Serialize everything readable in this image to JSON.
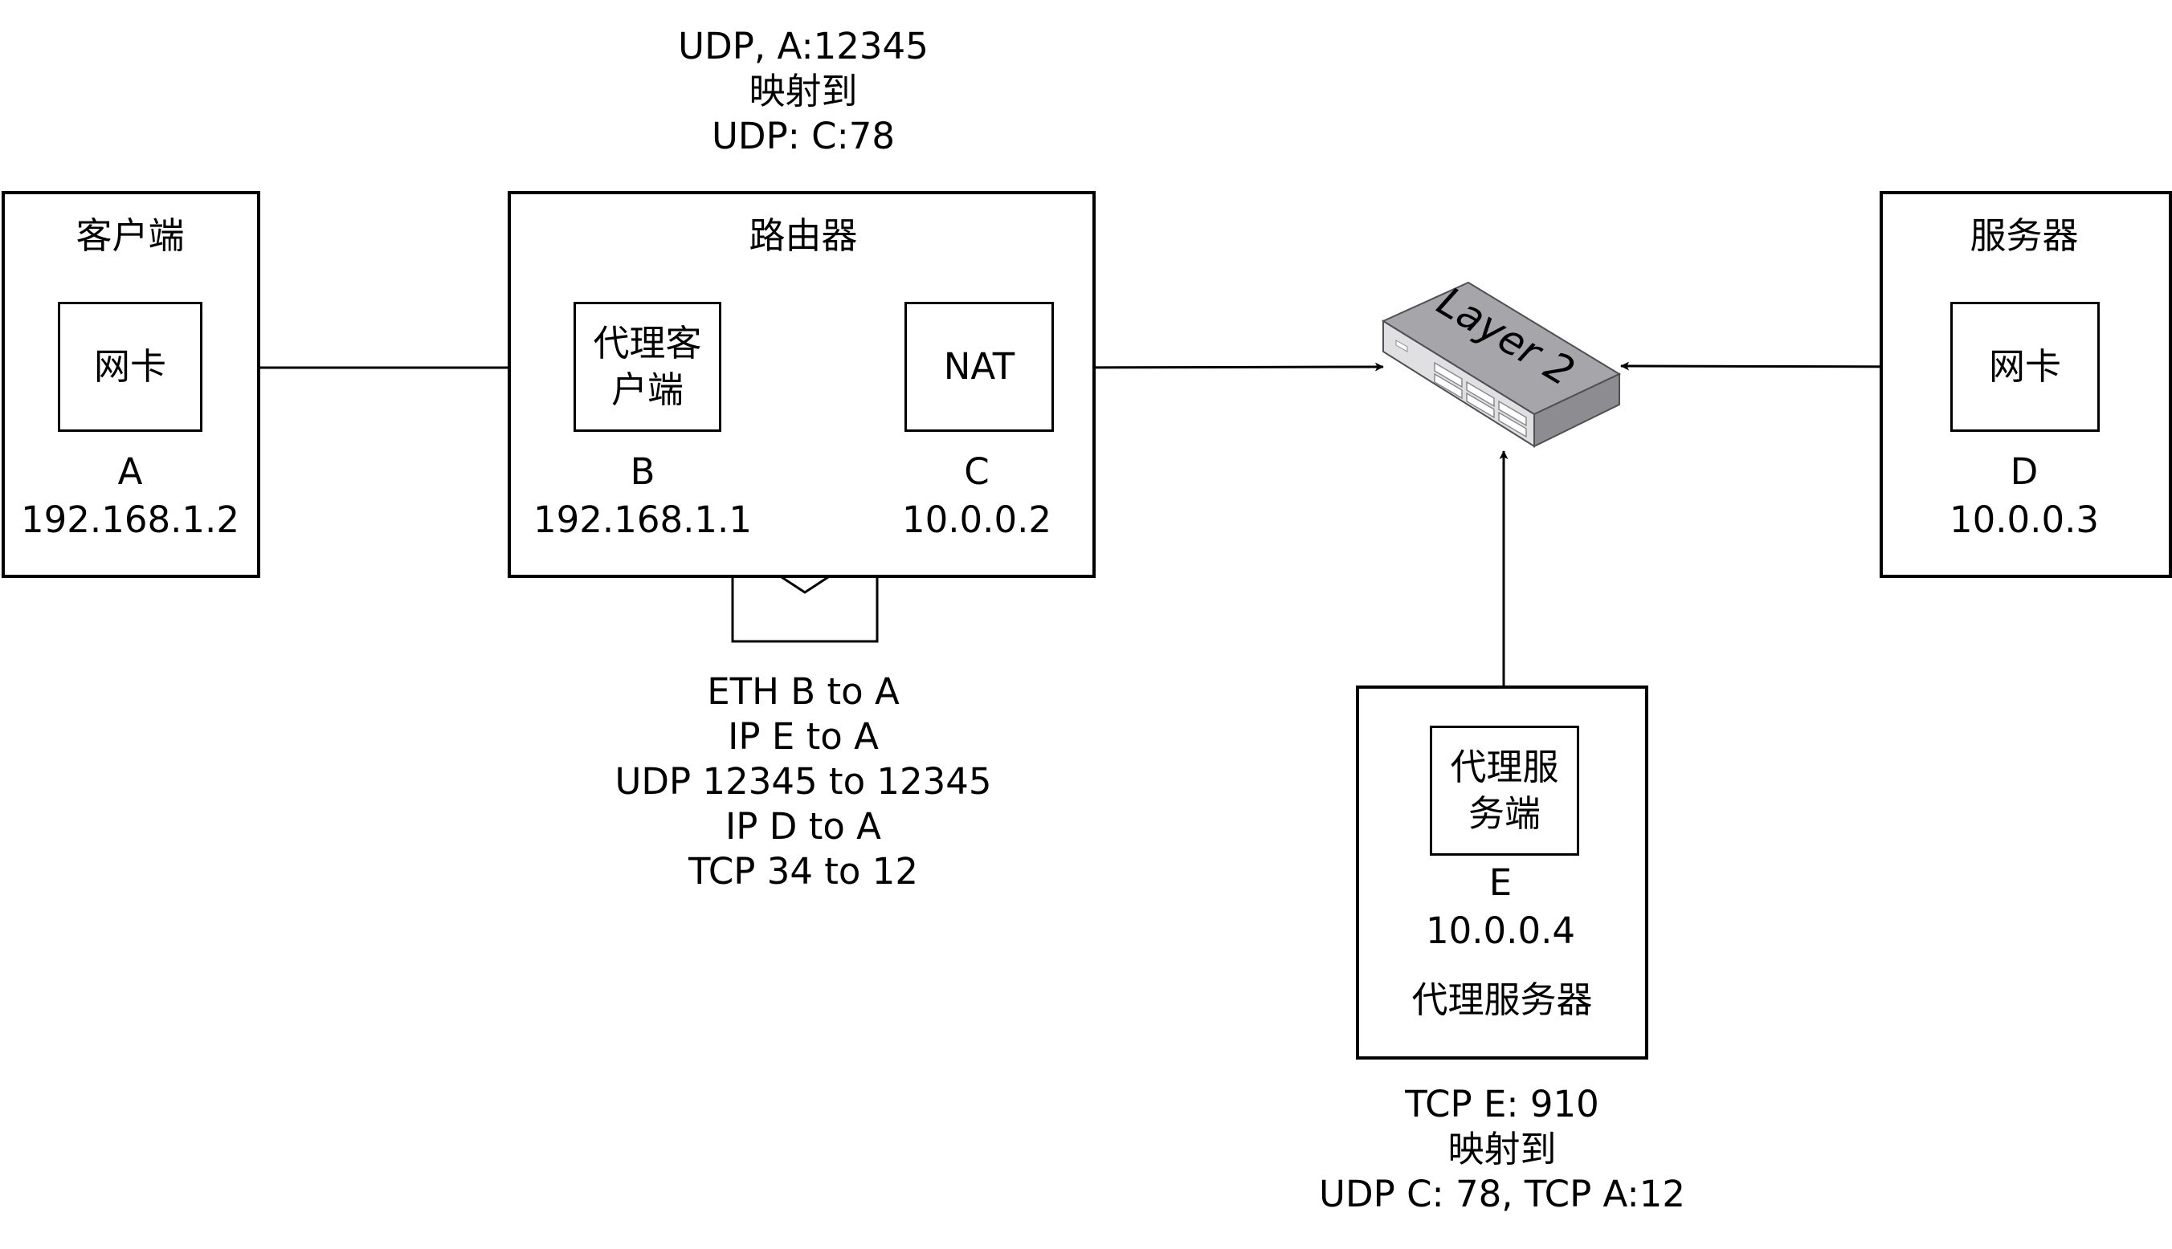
{
  "top_annotation": {
    "line1": "UDP, A:12345",
    "line2": "映射到",
    "line3": "UDP: C:78"
  },
  "client": {
    "title": "客户端",
    "nic_label": "网卡",
    "node_letter": "A",
    "ip": "192.168.1.2"
  },
  "router": {
    "title": "路由器",
    "proxy_client_label": "代理客户端",
    "nat_label": "NAT",
    "b_letter": "B",
    "b_ip": "192.168.1.1",
    "c_letter": "C",
    "c_ip": "10.0.0.2"
  },
  "switch": {
    "label": "Layer 2"
  },
  "server": {
    "title": "服务器",
    "nic_label": "网卡",
    "node_letter": "D",
    "ip": "10.0.0.3"
  },
  "proxy_server": {
    "inner_label": "代理服务端",
    "node_letter": "E",
    "ip": "10.0.0.4",
    "title": "代理服务器"
  },
  "packet": {
    "line1": "ETH B to A",
    "line2": "IP E to A",
    "line3": "UDP 12345 to 12345",
    "line4": "IP D to A",
    "line5": "TCP 34 to 12"
  },
  "bottom_annotation": {
    "line1": "TCP E: 910",
    "line2": "映射到",
    "line3": "UDP C: 78, TCP A:12"
  }
}
